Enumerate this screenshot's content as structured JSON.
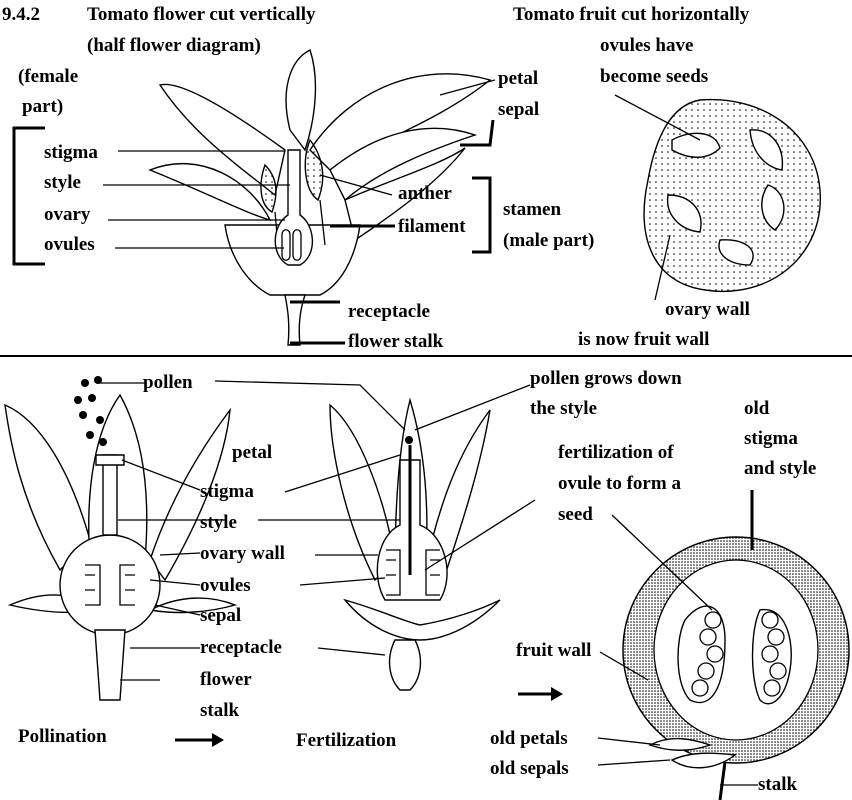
{
  "top": {
    "section": "9.4.2",
    "title_line1": "Tomato flower cut vertically",
    "title_line2": "(half flower diagram)",
    "female1": "(female",
    "female2": "part)",
    "stigma": "stigma",
    "style": "style",
    "ovary": "ovary",
    "ovules": "ovules",
    "petal": "petal",
    "sepal": "sepal",
    "anther": "anther",
    "filament": "filament",
    "stamen": "stamen",
    "male": "(male part)",
    "receptacle": "receptacle",
    "flower_stalk": "flower stalk",
    "fruit_title": "Tomato fruit cut horizontally",
    "ovules_have": "ovules have",
    "become_seeds": "become seeds",
    "ovary_wall": "ovary wall",
    "is_now": "is now  fruit wall"
  },
  "bottom": {
    "pollen": "pollen",
    "petal": "petal",
    "stigma": "stigma",
    "style": "style",
    "ovary_wall": "ovary wall",
    "ovules": "ovules",
    "sepal": "sepal",
    "receptacle": "receptacle",
    "flower": "flower",
    "stalk": "stalk",
    "pollination": "Pollination",
    "fertilization": "Fertilization",
    "pollen_grows1": "pollen grows down",
    "pollen_grows2": "the style",
    "fert_of1": "fertilization of",
    "fert_of2": "ovule to form a",
    "fert_of3": "seed",
    "old1": "old",
    "old2": "stigma",
    "old3": "and style",
    "fruit_wall": "fruit wall",
    "old_petals": "old  petals",
    "old_sepals": "old sepals",
    "stalk2": "stalk"
  }
}
